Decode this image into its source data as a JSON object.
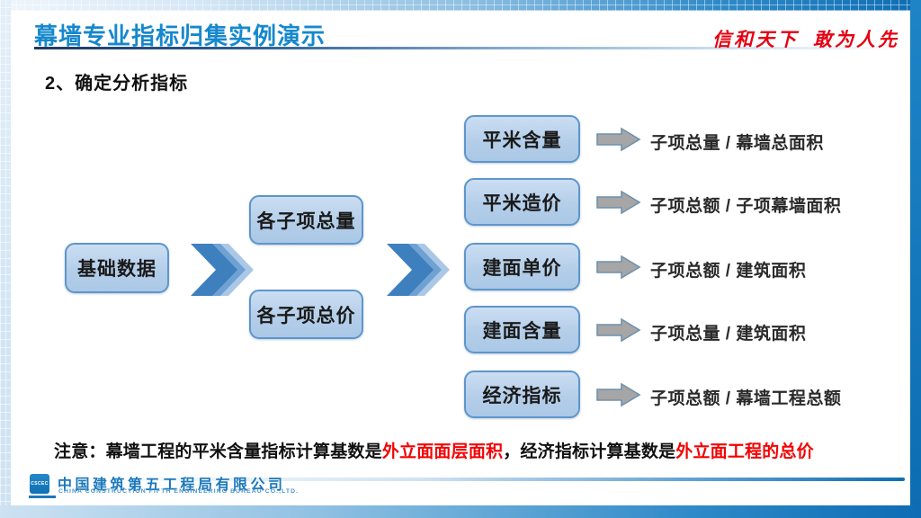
{
  "header": {
    "title": "幕墙专业指标归集实例演示",
    "motto_part1": "信和天下",
    "motto_part2": "敢为人先",
    "section_heading": "2、确定分析指标"
  },
  "diagram": {
    "source_box": "基础数据",
    "mid_boxes": [
      {
        "label": "各子项总量"
      },
      {
        "label": "各子项总价"
      }
    ],
    "indicators": [
      {
        "label": "平米含量",
        "formula": "子项总量 / 幕墙总面积"
      },
      {
        "label": "平米造价",
        "formula": "子项总额 / 子项幕墙面积"
      },
      {
        "label": "建面单价",
        "formula": "子项总额 / 建筑面积"
      },
      {
        "label": "建面含量",
        "formula": "子项总量 / 建筑面积"
      },
      {
        "label": "经济指标",
        "formula": "子项总额 / 幕墙工程总额"
      }
    ]
  },
  "note": {
    "prefix": "注意：幕墙工程的平米含量指标计算基数是",
    "highlight1": "外立面面层面积",
    "middle": "，经济指标计算基数是",
    "highlight2": "外立面工程的总价"
  },
  "footer": {
    "logo_text": "CSCEC",
    "company_cn": "中国建筑第五工程局有限公司",
    "company_en": "CHINA CONSTRUCTION FIFTH ENGINEERING BUREAU CO.,LTD."
  },
  "colors": {
    "title_blue": "#1688cc",
    "highlight_red": "#f40000",
    "motto_red": "#e60012",
    "box_fill": "#b4cee9",
    "box_border": "#5e96cb",
    "chevron_dark": "#3e7fbe",
    "chevron_mid": "#6fa1d2",
    "chevron_light": "#aac8e6",
    "arrow_gray": "#a6a6a6",
    "footer_blue": "#1b78bb",
    "frame_blue": "#0d6cb2"
  }
}
